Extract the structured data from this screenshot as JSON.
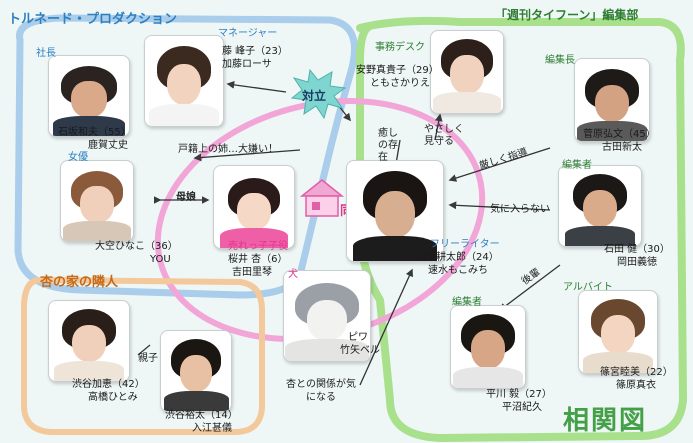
{
  "groups": {
    "tornado": "トルネード・プロダクション",
    "typhoon": "「週刊タイフーン」編集部",
    "neighbors": "杏の家の隣人",
    "title": "相関図"
  },
  "badges": {
    "rivalry": "対立",
    "living_together": "同居"
  },
  "characters": {
    "president": {
      "role": "社長",
      "name": "石坂和夫（55）",
      "actor": "鹿賀丈史"
    },
    "manager": {
      "role": "マネージャー",
      "name": "藤 峰子（23）",
      "actor": "加藤ローサ"
    },
    "actress": {
      "role": "女優",
      "name": "大空ひなこ（36）",
      "actor": "YOU"
    },
    "childstar": {
      "role": "売れっ子子役",
      "name": "桜井 杏（6）",
      "actor": "吉田里琴"
    },
    "desk": {
      "role": "事務デスク",
      "name": "安野真貴子（29）",
      "actor": "ともさかりえ"
    },
    "chief": {
      "role": "編集長",
      "name": "菅原弘文（45）",
      "actor": "古田新太"
    },
    "editor_ishida": {
      "role": "編集者",
      "name": "石田 健（30）",
      "actor": "岡田義徳"
    },
    "writer": {
      "role": "フリーライター",
      "name": "山下耕太郎（24）",
      "actor": "速水もこみち"
    },
    "dog": {
      "role": "犬",
      "name": "ピワ",
      "actor": "竹矢ベル"
    },
    "editor_hirakawa": {
      "role": "編集者",
      "name": "平川 毅（27）",
      "actor": "平沼紀久"
    },
    "parttimer": {
      "role": "アルバイト",
      "name": "篠宮睦美（22）",
      "actor": "篠原真衣"
    },
    "neighbor_mother": {
      "name": "渋谷加恵（42）",
      "actor": "高橋ひとみ"
    },
    "neighbor_son": {
      "name": "渋谷裕太（14）",
      "actor": "入江甚儀"
    }
  },
  "relations": {
    "aunt": "戸籍上の姉…大嫌い！",
    "mother_daughter": "母娘",
    "healing": "癒しの存在",
    "kind_watch": "やさしく見守る",
    "strict": "厳しく指導",
    "dislike": "気に入らない",
    "junior": "後輩",
    "parent_child": "親子",
    "anzu_concern": "杏との関係が気になる"
  },
  "colors": {
    "blue_ring": "#a9cdea",
    "green_ring": "#a8e08c",
    "pink_ring": "#f2a6d8",
    "orange_ring": "#f3c89a",
    "group_blue": "#2c7fc0",
    "group_green": "#2e7d32",
    "pink_text": "#e0368a",
    "badge_teal": "#7fd6d0"
  }
}
